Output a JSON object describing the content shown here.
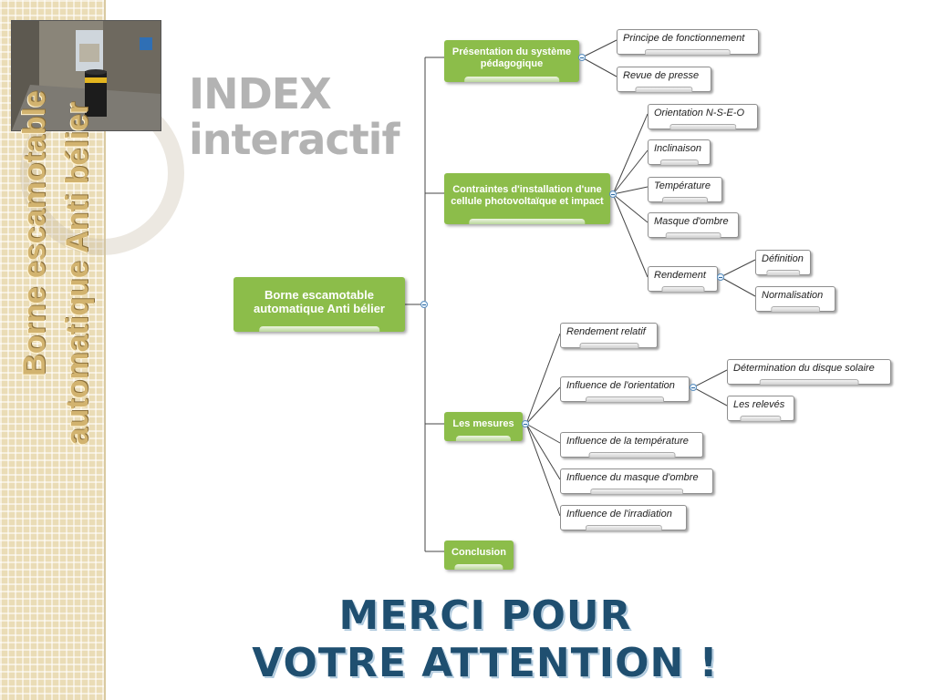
{
  "sidebar": {
    "title_line1": "Borne escamotable",
    "title_line2": "automatique Anti bélier"
  },
  "index": {
    "line1": "INDEX",
    "line2": "interactif"
  },
  "mindmap": {
    "root": "Borne  escamotable automatique Anti bélier",
    "presentation": {
      "label": "Présentation du système pédagogique",
      "children": [
        "Principe de fonctionnement",
        "Revue de presse"
      ]
    },
    "contraintes": {
      "label": "Contraintes d'installation d'une cellule photovoltaïque et impact",
      "children": [
        "Orientation N-S-E-O",
        "Inclinaison",
        "Température",
        "Masque d'ombre",
        "Rendement"
      ],
      "rendement_children": [
        "Définition",
        "Normalisation"
      ]
    },
    "mesures": {
      "label": "Les mesures",
      "children": [
        "Rendement relatif",
        "Influence de l'orientation",
        "Influence de la température",
        "Influence du masque d'ombre",
        "Influence de l'irradiation"
      ],
      "orientation_children": [
        "Détermination du disque solaire",
        "Les relevés"
      ]
    },
    "conclusion": {
      "label": "Conclusion"
    }
  },
  "footer": {
    "line1": "MERCI POUR",
    "line2": "VOTRE ATTENTION !"
  },
  "colors": {
    "branch_green": "#8cbd4a",
    "footer_blue": "#1f4f70",
    "sidebar_beige": "#eadcb6"
  }
}
